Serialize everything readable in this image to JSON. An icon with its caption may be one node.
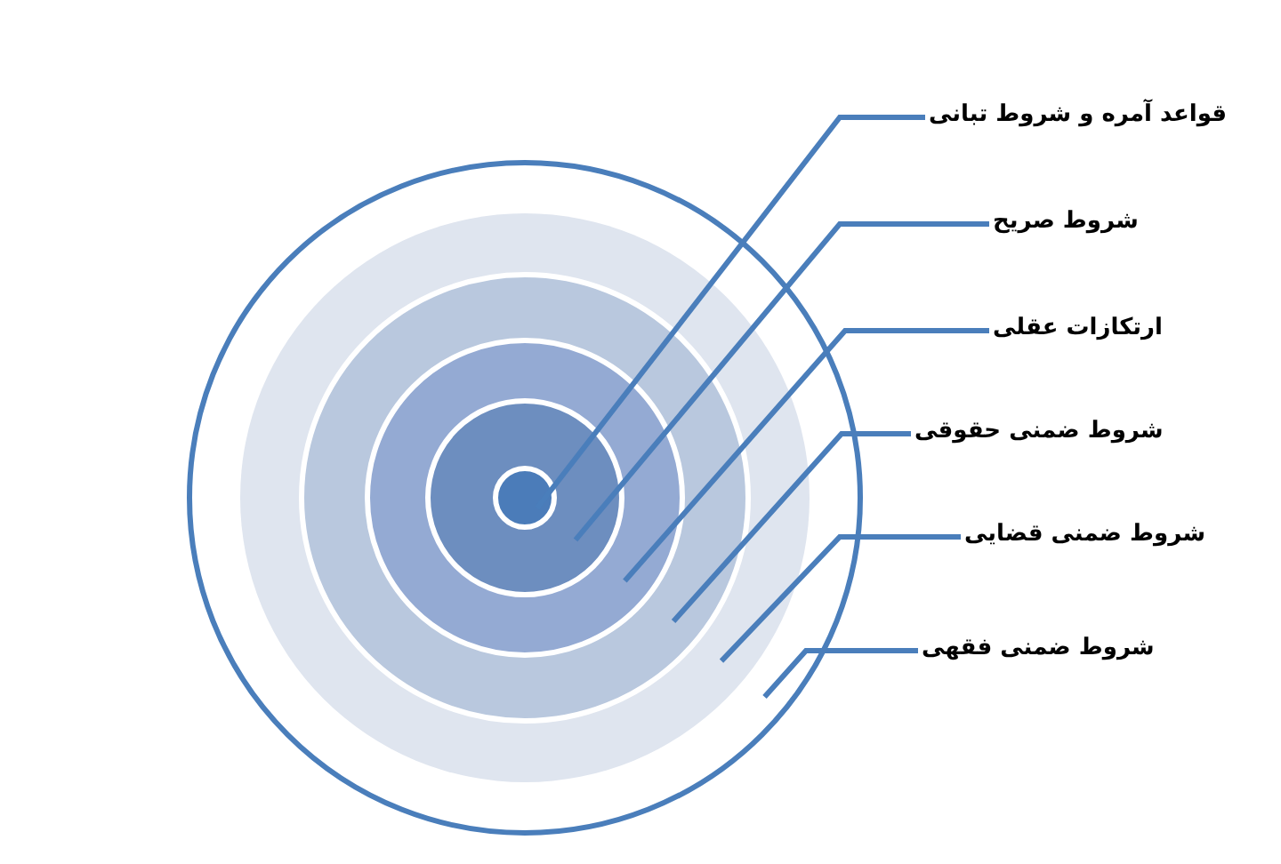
{
  "diagram": {
    "nodes": [
      {
        "text": [],
        "shape": "circle"
      },
      {
        "text": [],
        "shape": "circle",
        "in": 0
      },
      {
        "text": [],
        "shape": "circle",
        "in": 1
      },
      {
        "text": [],
        "shape": "circle",
        "in": 2
      },
      {
        "text": [],
        "shape": "circle",
        "in": 3
      },
      {
        "text": [],
        "shape": "circle",
        "in": 4
      },
      {
        "text": [
          "قواعد آمره و شروط تبانی"
        ]
      },
      {
        "text": [
          "شروط صریح"
        ]
      },
      {
        "text": [
          "ارتکازات عقلی"
        ]
      },
      {
        "text": [
          "شروط ضمنی حقوقی"
        ]
      },
      {
        "text": [
          "شروط ضمنی قضایی"
        ]
      },
      {
        "text": [
          "شروط ضمنی فقهی"
        ]
      }
    ],
    "edges": [
      {
        "from": 6,
        "to": 5,
        "arrow": "none"
      },
      {
        "from": 7,
        "to": 4,
        "arrow": "none"
      },
      {
        "from": 8,
        "to": 3,
        "arrow": "none"
      },
      {
        "from": 9,
        "to": 2,
        "arrow": "none"
      },
      {
        "from": 10,
        "to": 1,
        "arrow": "none"
      },
      {
        "from": 11,
        "to": 0,
        "arrow": "none"
      }
    ]
  }
}
